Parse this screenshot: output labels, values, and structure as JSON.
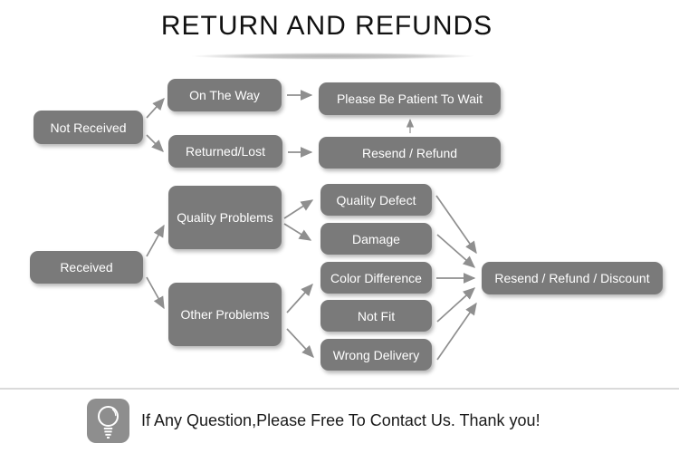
{
  "title": "RETURN AND REFUNDS",
  "flowchart": {
    "nodes": [
      {
        "id": "not-received",
        "label": "Not Received"
      },
      {
        "id": "on-the-way",
        "label": "On The Way"
      },
      {
        "id": "returned-lost",
        "label": "Returned/Lost"
      },
      {
        "id": "please-wait",
        "label": "Please Be Patient To Wait"
      },
      {
        "id": "resend-refund",
        "label": "Resend / Refund"
      },
      {
        "id": "received",
        "label": "Received"
      },
      {
        "id": "quality-problems",
        "label": "Quality Problems"
      },
      {
        "id": "other-problems",
        "label": "Other Problems"
      },
      {
        "id": "quality-defect",
        "label": "Quality Defect"
      },
      {
        "id": "damage",
        "label": "Damage"
      },
      {
        "id": "color-difference",
        "label": "Color Difference"
      },
      {
        "id": "not-fit",
        "label": "Not Fit"
      },
      {
        "id": "wrong-delivery",
        "label": "Wrong Delivery"
      },
      {
        "id": "resend-refund-discount",
        "label": "Resend / Refund / Discount"
      }
    ],
    "edges": [
      {
        "from": "Not Received",
        "to": "On The Way"
      },
      {
        "from": "Not Received",
        "to": "Returned/Lost"
      },
      {
        "from": "On The Way",
        "to": "Please Be Patient To Wait"
      },
      {
        "from": "Returned/Lost",
        "to": "Resend / Refund"
      },
      {
        "from": "Resend / Refund",
        "to": "Please Be Patient To Wait"
      },
      {
        "from": "Received",
        "to": "Quality Problems"
      },
      {
        "from": "Received",
        "to": "Other Problems"
      },
      {
        "from": "Quality Problems",
        "to": "Quality Defect"
      },
      {
        "from": "Quality Problems",
        "to": "Damage"
      },
      {
        "from": "Other Problems",
        "to": "Color Difference"
      },
      {
        "from": "Other Problems",
        "to": "Wrong Delivery"
      },
      {
        "from": "Quality Defect",
        "to": "Resend / Refund / Discount"
      },
      {
        "from": "Damage",
        "to": "Resend / Refund / Discount"
      },
      {
        "from": "Color Difference",
        "to": "Resend / Refund / Discount"
      },
      {
        "from": "Not Fit",
        "to": "Resend / Refund / Discount"
      },
      {
        "from": "Wrong Delivery",
        "to": "Resend / Refund / Discount"
      }
    ]
  },
  "footer": {
    "icon": "light-bulb-icon",
    "message": "If Any Question,Please Free To Contact Us. Thank you!"
  },
  "colors": {
    "node_fill": "#7a7a7a",
    "node_text": "#ffffff",
    "arrow": "#8f8f8f",
    "title_text": "#111111",
    "divider": "#dadada",
    "icon_bg": "#8e8e8e"
  }
}
